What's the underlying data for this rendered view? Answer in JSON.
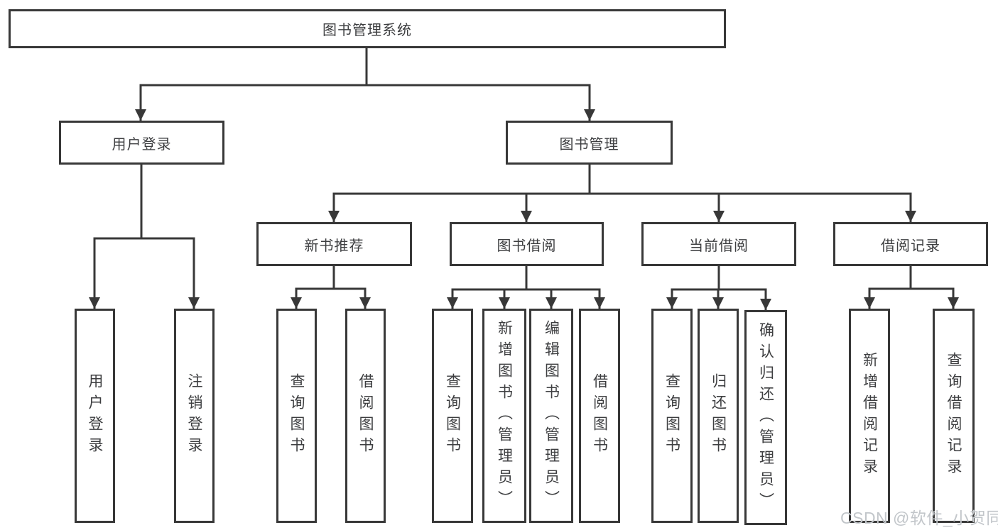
{
  "diagram": {
    "root": "图书管理系统",
    "user_branch": {
      "label": "用户登录",
      "children": [
        "用户登录",
        "注销登录"
      ]
    },
    "book_branch": {
      "label": "图书管理",
      "groups": [
        {
          "label": "新书推荐",
          "children": [
            "查询图书",
            "借阅图书"
          ]
        },
        {
          "label": "图书借阅",
          "children": [
            "查询图书",
            "新增图书（管理员）",
            "编辑图书（管理员）",
            "借阅图书"
          ]
        },
        {
          "label": "当前借阅",
          "children": [
            "查询图书",
            "归还图书",
            "确认归还（管理员）"
          ]
        },
        {
          "label": "借阅记录",
          "children": [
            "新增借阅记录",
            "查询借阅记录"
          ]
        }
      ]
    }
  },
  "watermark": "CSDN @软件_小贺同学",
  "colors": {
    "line": "#383838",
    "text": "#3d3e40",
    "watermark": "#c2c6ca",
    "background": "#ffffff"
  }
}
